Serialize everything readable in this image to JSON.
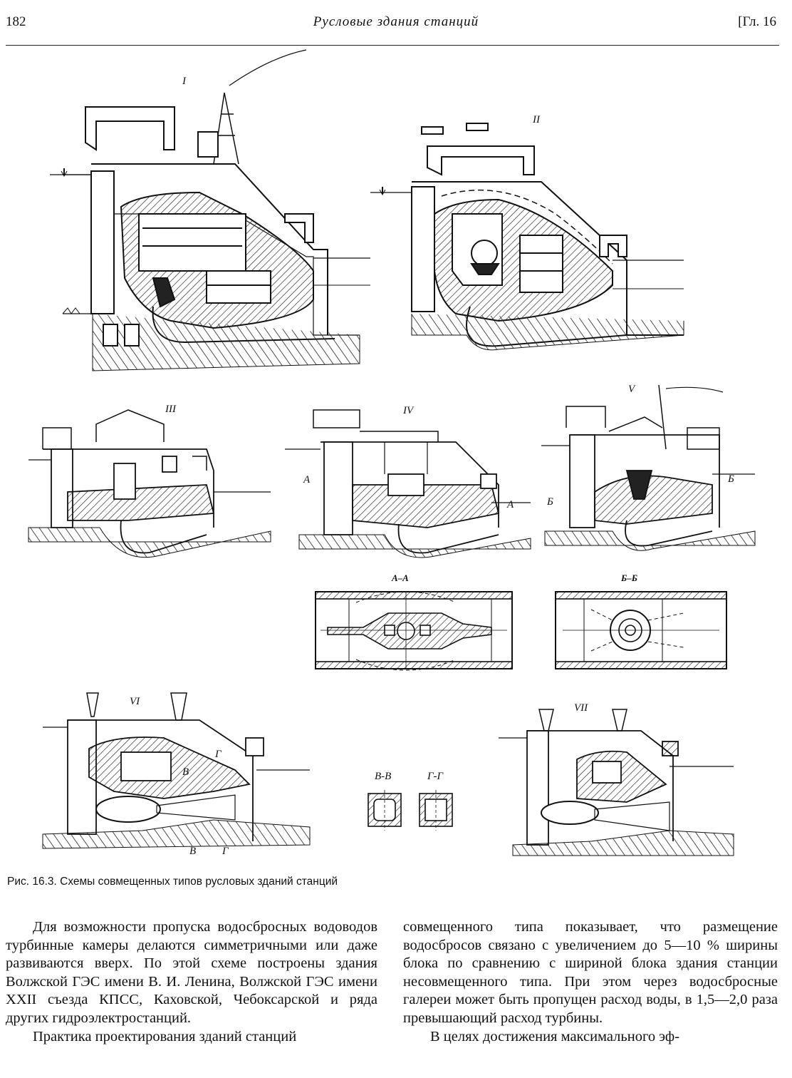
{
  "header": {
    "page_number": "182",
    "title": "Русловые здания станций",
    "chapter": "[Гл. 16"
  },
  "figure": {
    "labels": {
      "I": "I",
      "II": "II",
      "III": "III",
      "IV": "IV",
      "V": "V",
      "VI": "VI",
      "VII": "VII",
      "AA": "А–А",
      "BB": "Б–Б",
      "VV": "В-В",
      "GG": "Г-Г",
      "A": "А",
      "B": "Б",
      "V_small": "В",
      "G_small": "Г"
    },
    "caption": "Рис. 16.3. Схемы совмещенных типов русловых зданий станций"
  },
  "text": {
    "col1_p1": "Для возможности пропуска водосбросных водоводов турбинные камеры делаются симметричными или даже развиваются вверх. По этой схеме построены здания Волжской ГЭС имени В. И. Ленина, Волжской ГЭС имени XXII съезда КПСС, Каховской, Чебоксарской и ряда других гидроэлектростанций.",
    "col1_p2": "Практика проектирования зданий станций",
    "col2_p1": "совмещенного типа показывает, что размещение водосбросов связано с увеличением до 5—10 % ширины блока по сравнению с шириной блока здания станции несовмещенного типа. При этом через водосбросные галереи может быть пропущен расход воды, в 1,5—2,0 раза превышающий расход турбины.",
    "col2_p2": "В целях достижения максимального эф-"
  }
}
